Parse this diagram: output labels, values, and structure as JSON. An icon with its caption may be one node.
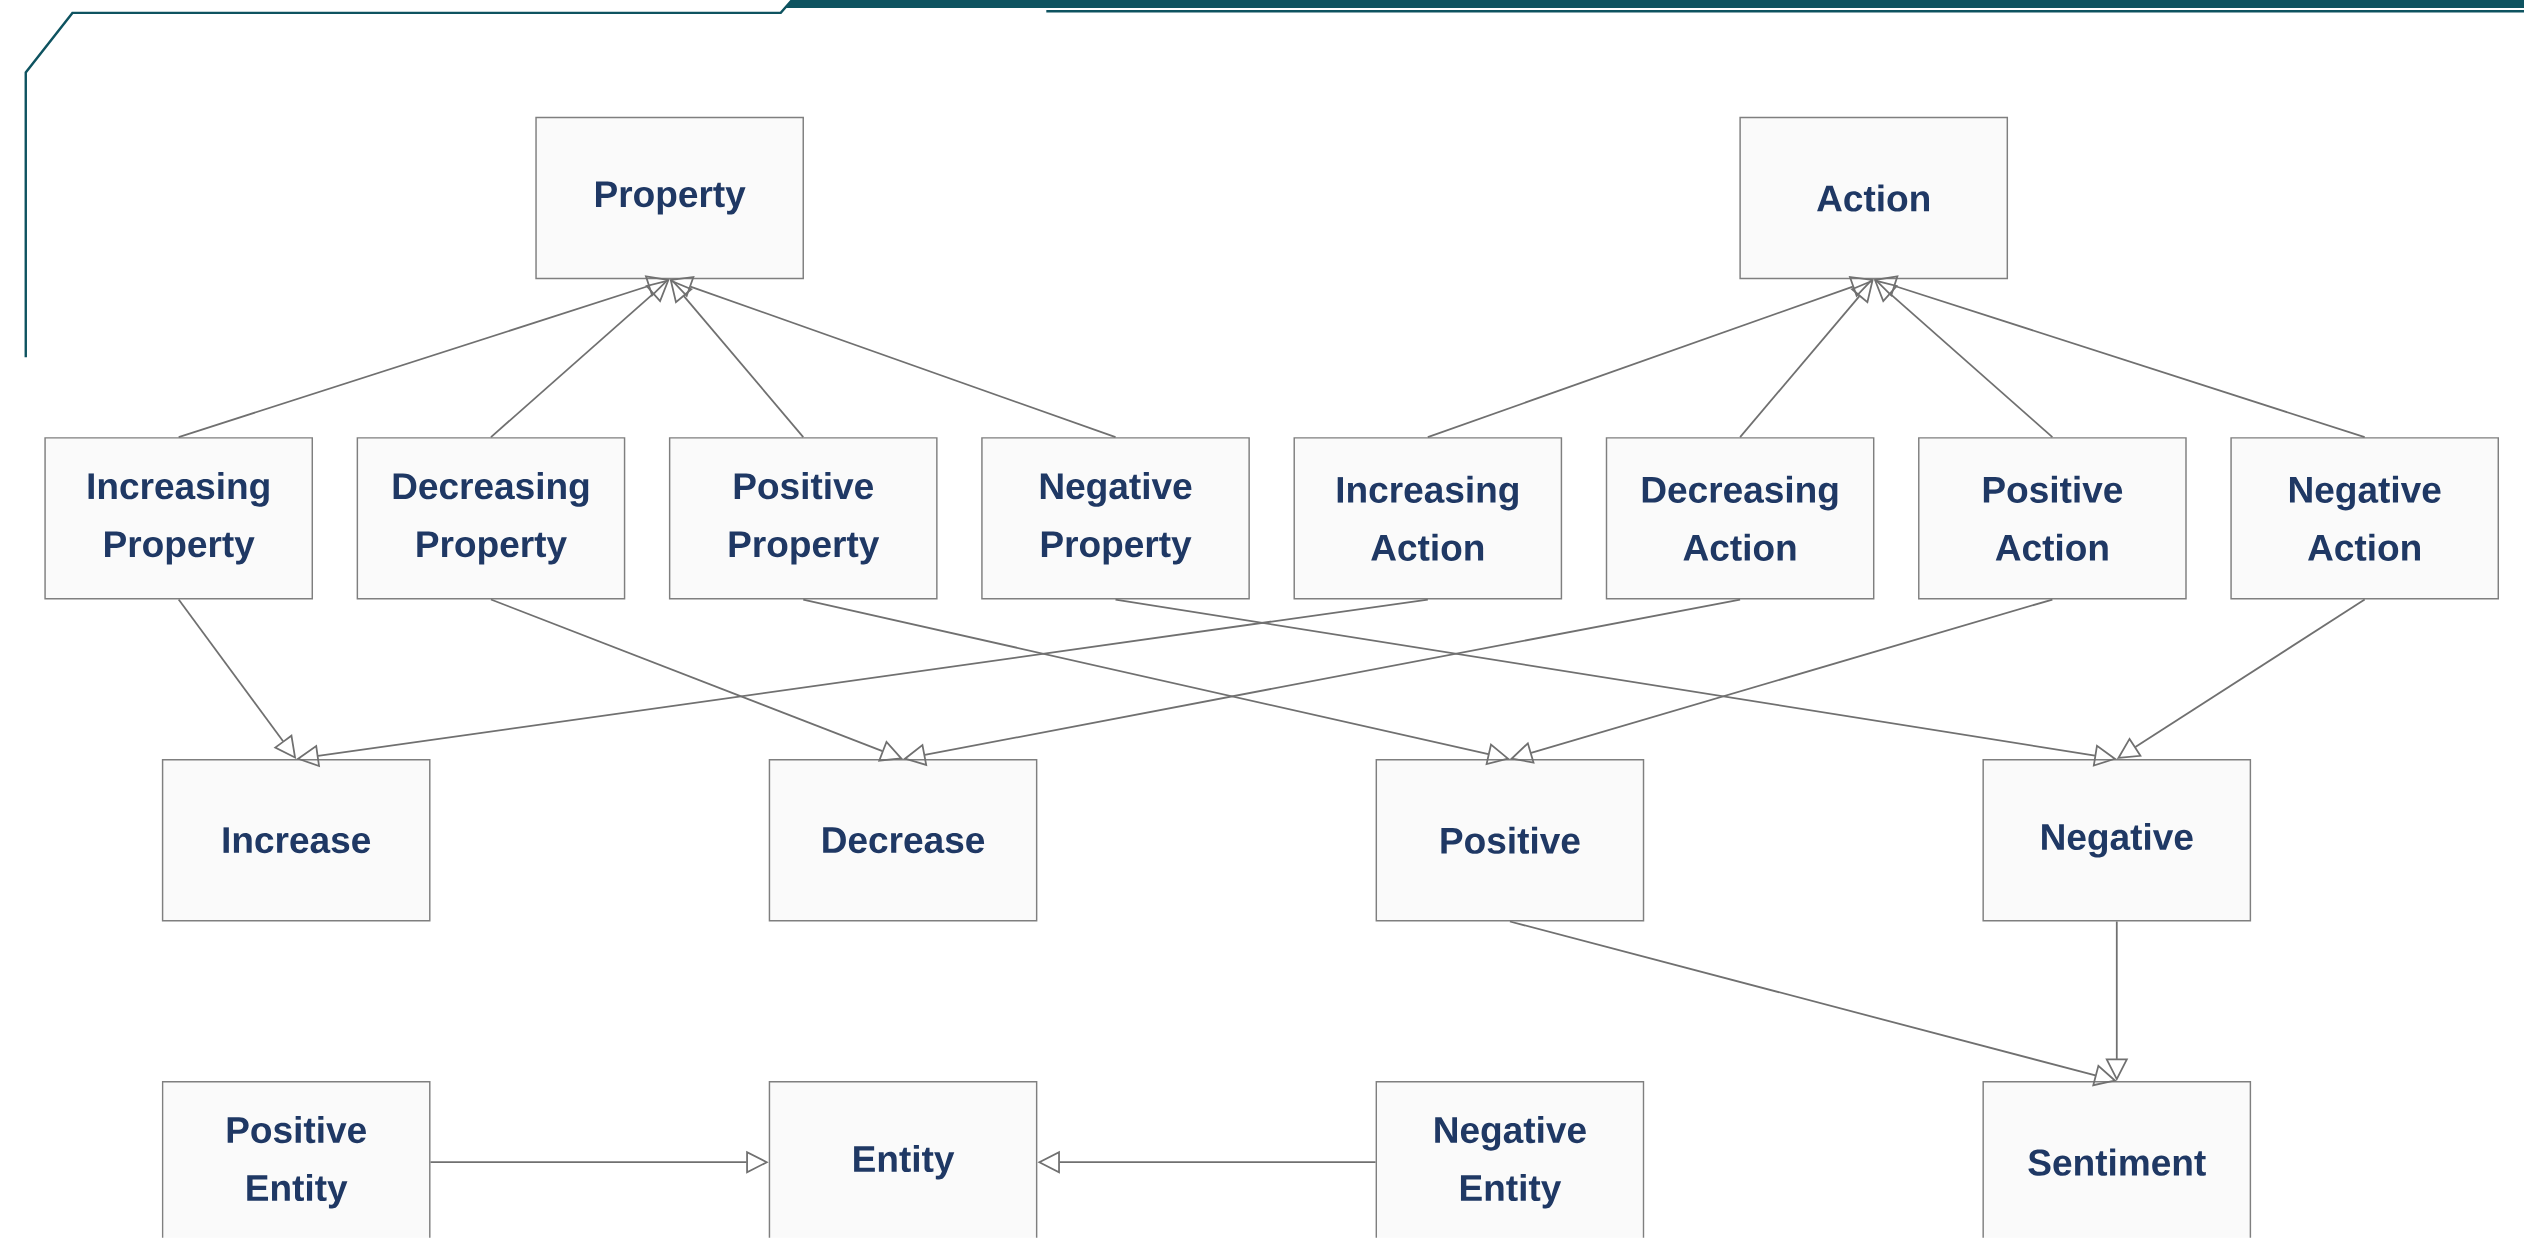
{
  "diagram": {
    "nodes": [
      {
        "text": [
          "Property"
        ]
      },
      {
        "text": [
          "Action"
        ]
      },
      {
        "text": [
          "Increasing Property"
        ]
      },
      {
        "text": [
          "Decreasing Property"
        ]
      },
      {
        "text": [
          "Positive Property"
        ]
      },
      {
        "text": [
          "Negative Property"
        ]
      },
      {
        "text": [
          "Increasing Action"
        ]
      },
      {
        "text": [
          "Decreasing Action"
        ]
      },
      {
        "text": [
          "Positive Action"
        ]
      },
      {
        "text": [
          "Negative Action"
        ]
      },
      {
        "text": [
          "Increase"
        ]
      },
      {
        "text": [
          "Decrease"
        ]
      },
      {
        "text": [
          "Positive"
        ]
      },
      {
        "text": [
          "Negative"
        ]
      },
      {
        "text": [
          "Positive Entity"
        ]
      },
      {
        "text": [
          "Entity"
        ]
      },
      {
        "text": [
          "Negative Entity"
        ]
      },
      {
        "text": [
          "Sentiment"
        ]
      }
    ],
    "edges": [
      {
        "from": 2,
        "to": 0,
        "arrow": "to"
      },
      {
        "from": 3,
        "to": 0,
        "arrow": "to"
      },
      {
        "from": 4,
        "to": 0,
        "arrow": "to"
      },
      {
        "from": 5,
        "to": 0,
        "arrow": "to"
      },
      {
        "from": 6,
        "to": 1,
        "arrow": "to"
      },
      {
        "from": 7,
        "to": 1,
        "arrow": "to"
      },
      {
        "from": 8,
        "to": 1,
        "arrow": "to"
      },
      {
        "from": 9,
        "to": 1,
        "arrow": "to"
      },
      {
        "from": 2,
        "to": 10,
        "arrow": "to"
      },
      {
        "from": 3,
        "to": 11,
        "arrow": "to"
      },
      {
        "from": 4,
        "to": 12,
        "arrow": "to"
      },
      {
        "from": 5,
        "to": 13,
        "arrow": "to"
      },
      {
        "from": 6,
        "to": 10,
        "arrow": "to"
      },
      {
        "from": 7,
        "to": 11,
        "arrow": "to"
      },
      {
        "from": 8,
        "to": 12,
        "arrow": "to"
      },
      {
        "from": 9,
        "to": 13,
        "arrow": "to"
      },
      {
        "from": 12,
        "to": 17,
        "arrow": "to"
      },
      {
        "from": 13,
        "to": 17,
        "arrow": "to"
      },
      {
        "from": 14,
        "to": 15,
        "arrow": "to"
      },
      {
        "from": 16,
        "to": 15,
        "arrow": "to"
      }
    ]
  }
}
